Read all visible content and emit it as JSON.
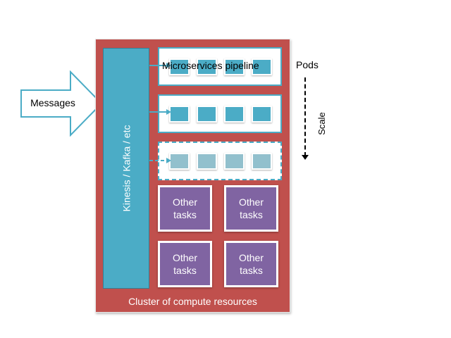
{
  "diagram": {
    "messages_label": "Messages",
    "stream_label": "Kinesis / Kafka / etc",
    "pipeline_label": "Microservices pipeline",
    "pods_label": "Pods",
    "scale_label": "Scale",
    "cluster_label": "Cluster of compute resources",
    "pod_rows": [
      {
        "pods": 4,
        "style": "solid"
      },
      {
        "pods": 4,
        "style": "solid"
      },
      {
        "pods": 4,
        "style": "dashed"
      }
    ],
    "tasks": [
      "Other tasks",
      "Other tasks",
      "Other tasks",
      "Other tasks"
    ],
    "colors": {
      "cluster": "#c0504d",
      "stream": "#4bacc6",
      "task": "#8064a2",
      "pod_faded": "#92c0cd"
    }
  }
}
